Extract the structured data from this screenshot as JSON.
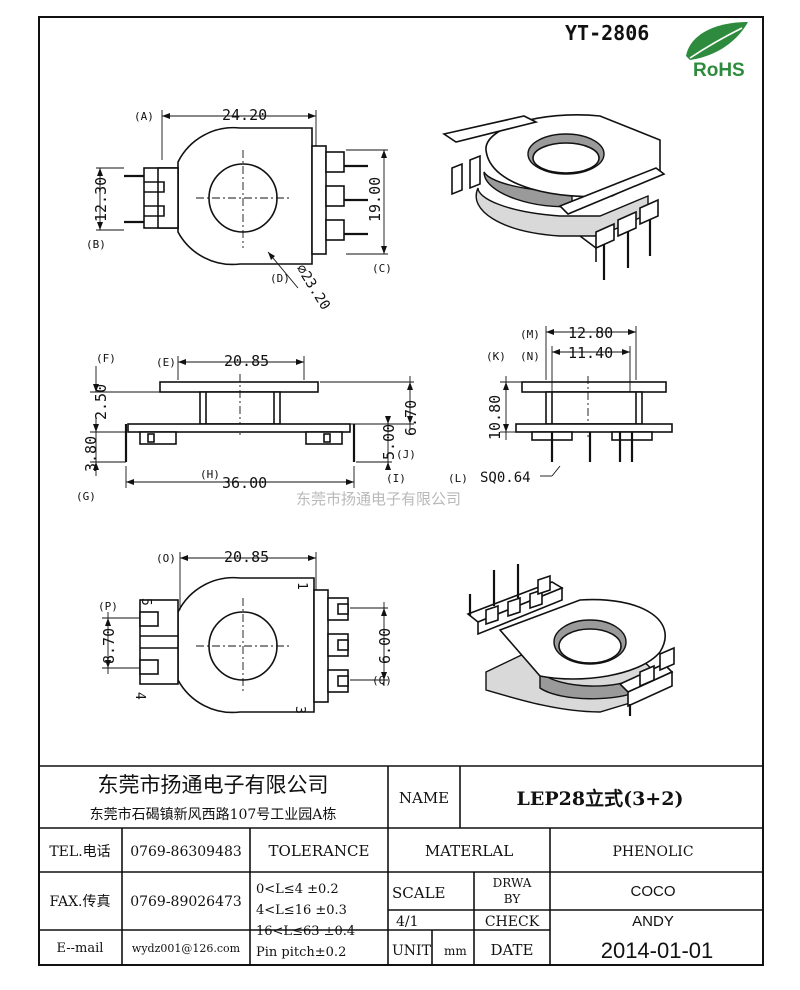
{
  "model": "YT-2806",
  "logo_text": "RoHS",
  "watermark": "东莞市扬通电子有限公司",
  "colors": {
    "line": "#111111",
    "logo_green": "#2e8b3d",
    "watermark": "#b9b9b9"
  },
  "top_view": {
    "dims": {
      "a": "24.20",
      "b": "12.30",
      "c": "19.00",
      "d": "⌀23.20"
    },
    "labels": {
      "a": "(A)",
      "b": "(B)",
      "c": "(C)",
      "d": "(D)"
    }
  },
  "side_view": {
    "dims": {
      "e": "20.85",
      "f": "2.50",
      "g": "3.80",
      "h": "36.00",
      "i": "5.00",
      "j": "6.70"
    },
    "labels": {
      "e": "(E)",
      "f": "(F)",
      "g": "(G)",
      "h": "(H)",
      "i": "(I)",
      "j": "(J)"
    }
  },
  "end_view": {
    "dims": {
      "m": "12.80",
      "n": "11.40",
      "k": "10.80",
      "l": "SQ0.64"
    },
    "labels": {
      "m": "(M)",
      "n": "(N)",
      "k": "(K)",
      "l": "(L)"
    }
  },
  "bottom_view": {
    "dims": {
      "o": "20.85",
      "p": "8.70",
      "q": "6.00"
    },
    "labels": {
      "o": "(O)",
      "p": "(P)",
      "q": "(Q)"
    },
    "pins": {
      "p1": "1",
      "p3": "3",
      "p4": "4",
      "p5": "5"
    }
  },
  "title_block": {
    "company": "东莞市扬通电子有限公司",
    "address": "东莞市石碣镇新风西路107号工业园A栋",
    "name_label": "NAME",
    "name_value": "LEP28立式(3+2)",
    "tel_label": "TEL.电话",
    "tel_value": "0769-86309483",
    "fax_label": "FAX.传真",
    "fax_value": "0769-89026473",
    "email_label": "E--mail",
    "email_value": "wydz001@126.com",
    "tolerance_label": "TOLERANCE",
    "tol_1": "0<L≤4   ±0.2",
    "tol_2": "4<L≤16  ±0.3",
    "tol_3": "16<L≤63 ±0.4",
    "tol_4": "Pin pitch±0.2",
    "material_label": "MATERLAL",
    "material_value": "PHENOLIC",
    "scale_label": "SCALE",
    "scale_value": "4/1",
    "drawn_label_1": "DRWA",
    "drawn_label_2": "BY",
    "drawn_value": "COCO",
    "check_label": "CHECK",
    "check_value": "ANDY",
    "unit_label": "UNIT",
    "unit_value": "mm",
    "date_label": "DATE",
    "date_value": "2014-01-01"
  }
}
